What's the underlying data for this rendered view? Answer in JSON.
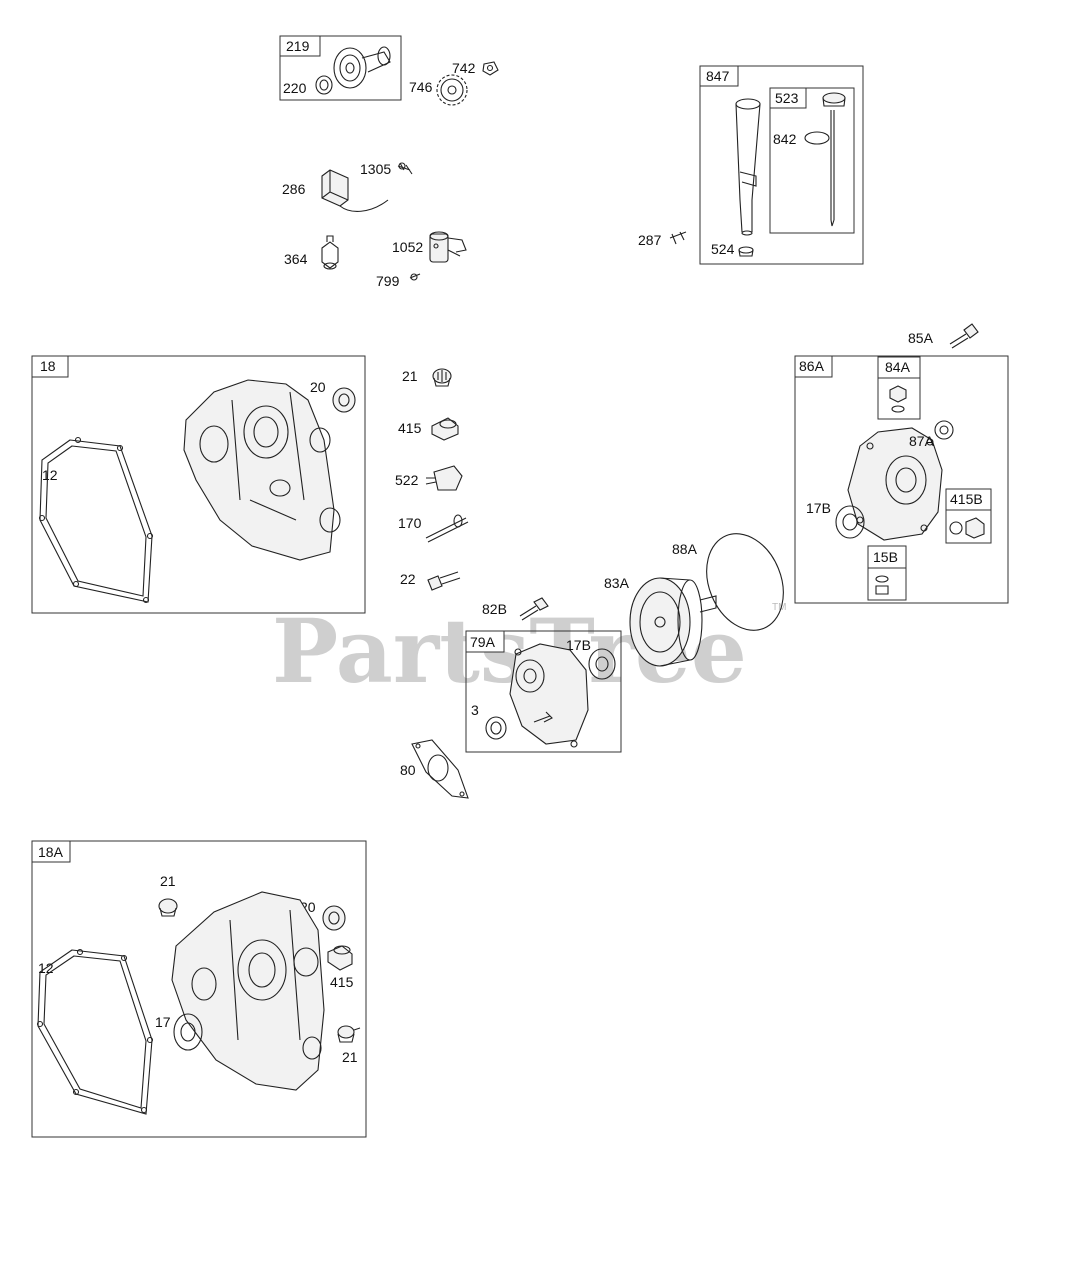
{
  "watermark": {
    "text": "PartsTree",
    "trademark": "TM"
  },
  "boxes": {
    "b219": "219",
    "b847": "847",
    "b523": "523",
    "b18": "18",
    "b86A": "86A",
    "b84A": "84A",
    "b415B": "415B",
    "b15B": "15B",
    "b79A": "79A",
    "b18A": "18A"
  },
  "labels": {
    "l220": "220",
    "l742": "742",
    "l746": "746",
    "l1305": "1305",
    "l286": "286",
    "l364": "364",
    "l1052": "1052",
    "l799": "799",
    "l842": "842",
    "l287": "287",
    "l524": "524",
    "l20a": "20",
    "l12a": "12",
    "l21a": "21",
    "l415a": "415",
    "l522": "522",
    "l170": "170",
    "l22": "22",
    "l85A": "85A",
    "l87A": "87A",
    "l17Ba": "17B",
    "l88A": "88A",
    "l83A": "83A",
    "l82B": "82B",
    "l17Bb": "17B",
    "l3": "3",
    "l80": "80",
    "l21b": "21",
    "l20b": "20",
    "l12b": "12",
    "l415b": "415",
    "l17": "17",
    "l21c": "21"
  }
}
